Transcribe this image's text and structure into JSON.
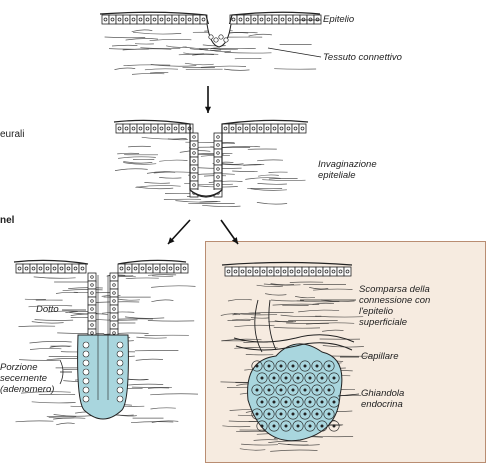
{
  "labels": {
    "epithelium": "Epitelio",
    "connective": "Tessuto connettivo",
    "invagination_1": "Invaginazione",
    "invagination_2": "epiteliale",
    "duct": "Dotto",
    "secretory_1": "Porzione",
    "secretory_2": "secernente",
    "secretory_3": "(adenomero)",
    "disappear_1": "Scomparsa della",
    "disappear_2": "connessione con",
    "disappear_3": "l'epitelio",
    "disappear_4": "superficiale",
    "capillary": "Capillare",
    "endocrine_1": "Ghiandola",
    "endocrine_2": "endocrina"
  },
  "side_text": {
    "neural": "eurali",
    "nel": "nel"
  },
  "colors": {
    "gland_fill": "#a9d6de",
    "panel_bg": "#f6ebe0",
    "panel_border": "#b98d72",
    "ink": "#222222"
  }
}
